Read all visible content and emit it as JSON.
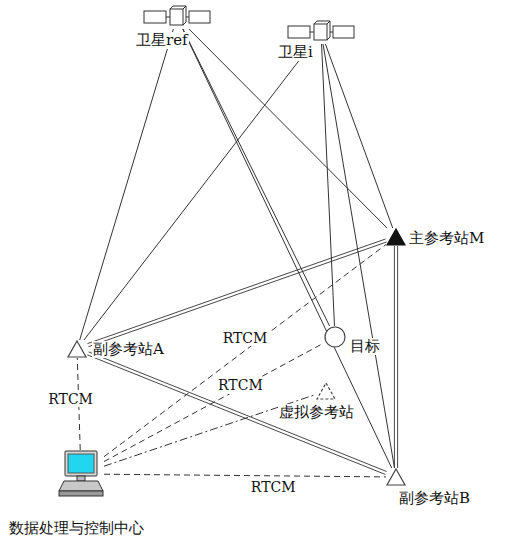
{
  "diagram": {
    "nodes": [
      {
        "text": [
          "卫星ref"
        ]
      },
      {
        "text": [
          "卫星i"
        ]
      },
      {
        "text": [
          "主参考站M"
        ]
      },
      {
        "text": [
          "副参考站A"
        ]
      },
      {
        "text": [
          "目标"
        ]
      },
      {
        "text": [
          "虚拟参考站"
        ]
      },
      {
        "text": [
          "副参考站B"
        ]
      },
      {
        "text": [
          "数据处理与控制中心"
        ]
      }
    ],
    "edges": [
      {
        "from": 0,
        "to": 3,
        "arrow": "none"
      },
      {
        "from": 0,
        "to": 4,
        "arrow": "none"
      },
      {
        "from": 0,
        "to": 2,
        "arrow": "none"
      },
      {
        "from": 0,
        "to": 6,
        "arrow": "none"
      },
      {
        "from": 1,
        "to": 3,
        "arrow": "none"
      },
      {
        "from": 1,
        "to": 4,
        "arrow": "none"
      },
      {
        "from": 1,
        "to": 2,
        "arrow": "none"
      },
      {
        "from": 1,
        "to": 6,
        "arrow": "none"
      },
      {
        "from": 3,
        "to": 2,
        "arrow": "none"
      },
      {
        "from": 3,
        "to": 6,
        "arrow": "none"
      },
      {
        "from": 2,
        "to": 6,
        "arrow": "none"
      },
      {
        "from": 7,
        "to": 3,
        "label": "RTCM",
        "arrow": "none"
      },
      {
        "from": 7,
        "to": 2,
        "label": "RTCM",
        "arrow": "none"
      },
      {
        "from": 7,
        "to": 4,
        "label": "RTCM",
        "arrow": "none"
      },
      {
        "from": 7,
        "to": 5,
        "arrow": "none"
      },
      {
        "from": 7,
        "to": 6,
        "label": "RTCM",
        "arrow": "none"
      }
    ]
  }
}
